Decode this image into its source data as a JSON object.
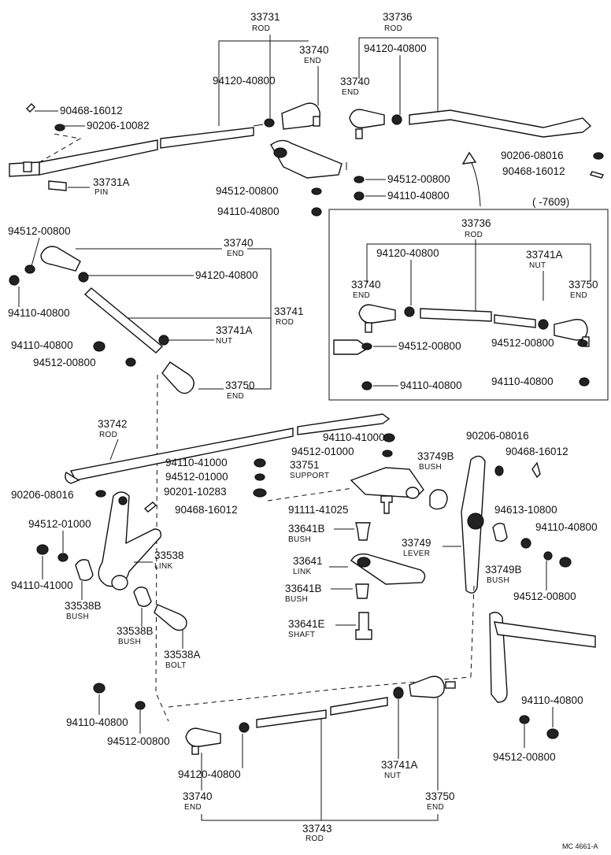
{
  "labels": {
    "r33731": "33731",
    "r33731_name": "ROD",
    "r33736": "33736",
    "r33736_name": "ROD",
    "e33740a": "33740",
    "e33740a_name": "END",
    "e33740b": "33740",
    "e33740b_name": "END",
    "w94120a": "94120-40800",
    "w94120b": "94120-40800",
    "c90468a": "90468-16012",
    "w90206a": "90206-10082",
    "p33731a": "33731A",
    "p33731a_name": "PIN",
    "w90206b": "90206-08016",
    "c90468b": "90468-16012",
    "w94512a": "94512-00800",
    "w94512b": "94512-00800",
    "n94110a": "94110-40800",
    "n94110b": "94110-40800",
    "inset_range": "(        -7609)",
    "i33736": "33736",
    "i33736_name": "ROD",
    "i94120": "94120-40800",
    "i33741a": "33741A",
    "i33741a_name": "NUT",
    "i33740": "33740",
    "i33740_name": "END",
    "i33750": "33750",
    "i33750_name": "END",
    "i94512a": "94512-00800",
    "i94512b": "94512-00800",
    "i94110a": "94110-40800",
    "i94110b": "94110-40800",
    "l94512a": "94512-00800",
    "l94110a": "94110-40800",
    "l33740": "33740",
    "l33740_name": "END",
    "l94120": "94120-40800",
    "l33741": "33741",
    "l33741_name": "ROD",
    "l94110b": "94110-40800",
    "l94512b": "94512-00800",
    "l33741a": "33741A",
    "l33741a_name": "NUT",
    "l33750": "33750",
    "l33750_name": "END",
    "r33742": "33742",
    "r33742_name": "ROD",
    "n94110c": "94110-41000",
    "w94512c": "94512-01000",
    "n94110d": "94110-41000",
    "w94512d": "94512-01000",
    "w90201": "90201-10283",
    "c90468c": "90468-16012",
    "w90206c": "90206-08016",
    "s33751": "33751",
    "s33751_name": "SUPPORT",
    "b33749b": "33749B",
    "b33749b_name": "BUSH",
    "w90206d": "90206-08016",
    "c90468d": "90468-16012",
    "b91111": "91111-41025",
    "b33641b1": "33641B",
    "b33641b1_name": "BUSH",
    "k33641": "33641",
    "k33641_name": "LINK",
    "b33641b2": "33641B",
    "b33641b2_name": "BUSH",
    "s33641e": "33641E",
    "s33641e_name": "SHAFT",
    "v33749": "33749",
    "v33749_name": "LEVER",
    "w94613": "94613-10800",
    "n94110e": "94110-40800",
    "b33749b2": "33749B",
    "b33749b2_name": "BUSH",
    "w94512e": "94512-00800",
    "w94512f": "94512-01000",
    "n94110f": "94110-41000",
    "k33538": "33538",
    "k33538_name": "LINK",
    "b33538b1": "33538B",
    "b33538b1_name": "BUSH",
    "b33538b2": "33538B",
    "b33538b2_name": "BUSH",
    "t33538a": "33538A",
    "t33538a_name": "BOLT",
    "n94110g": "94110-40800",
    "w94512g": "94512-00800",
    "n94110h": "94110-40800",
    "w94512h": "94512-00800",
    "e33740c": "33740",
    "e33740c_name": "END",
    "w94120c": "94120-40800",
    "u33741a": "33741A",
    "u33741a_name": "NUT",
    "u33750": "33750",
    "u33750_name": "END",
    "r33743": "33743",
    "r33743_name": "ROD",
    "footer": "MC 4661-A"
  }
}
